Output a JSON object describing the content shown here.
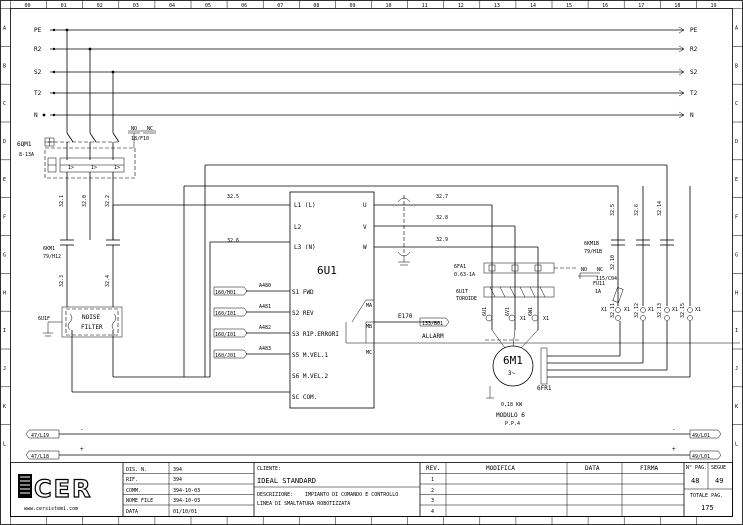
{
  "grid": {
    "columns": [
      "00",
      "01",
      "02",
      "03",
      "04",
      "05",
      "06",
      "07",
      "08",
      "09",
      "10",
      "11",
      "12",
      "13",
      "14",
      "15",
      "16",
      "17",
      "18",
      "19"
    ],
    "rows": [
      "A",
      "B",
      "C",
      "D",
      "E",
      "F",
      "G",
      "H",
      "I",
      "J",
      "K",
      "L"
    ]
  },
  "bus": {
    "lines": [
      {
        "left": "PE",
        "right": "PE"
      },
      {
        "left": "R2",
        "right": "R2"
      },
      {
        "left": "S2",
        "right": "S2"
      },
      {
        "left": "T2",
        "right": "T2"
      },
      {
        "left": "N",
        "right": "N"
      }
    ],
    "aux_left_top": "47/L19",
    "aux_right_top": "49/L01",
    "aux_left_bottom": "47/L18",
    "aux_right_bottom": "49/L01",
    "minus": "-",
    "plus": "+"
  },
  "breaker": {
    "tag": "6QM1",
    "range": "8-13A",
    "contact_no": "NO",
    "contact_nc": "NC",
    "contact_ref": "18/F10",
    "trip": "I>"
  },
  "wires": [
    "32.1",
    "32.0",
    "32.2",
    "32.5",
    "32.6",
    "32.3",
    "32.4",
    "32.7",
    "32.8",
    "32.9",
    "32.5",
    "32.6",
    "32.14",
    "32.10",
    "32.11",
    "32.12",
    "32.13",
    "32.15"
  ],
  "contactor": {
    "tag": "6KM1",
    "ref": "79/H12"
  },
  "filter": {
    "tag": "6U1F",
    "label_1": "NOISE",
    "label_2": "FILTER"
  },
  "inverter": {
    "tag": "6U1",
    "terminals_left": [
      "L1 (L)",
      "L2",
      "L3 (N)"
    ],
    "terminals_right": [
      "U",
      "V",
      "W"
    ],
    "inputs": [
      {
        "ref": "160/H01",
        "wire": "A480",
        "label": "S1 FWD"
      },
      {
        "ref": "160/I01",
        "wire": "A481",
        "label": "S2 REV"
      },
      {
        "ref": "160/I01",
        "wire": "A482",
        "label": "S3 RIP.ERRORI"
      },
      {
        "ref": "160/J01",
        "wire": "A483",
        "label": "S5 M.VEL.1"
      },
      {
        "ref": "",
        "wire": "",
        "label": "S6 M.VEL.2"
      },
      {
        "ref": "",
        "wire": "",
        "label": "SC COM."
      }
    ],
    "relay": [
      "MA",
      "MB",
      "MC"
    ],
    "alarm_wire": "E170",
    "alarm_ref": "133/B01",
    "alarm_label": "ALLARM"
  },
  "overload": {
    "tag": "6FA1",
    "range": "0.63-1A",
    "contact_no": "NO",
    "contact_nc": "NC",
    "contact_ref": "115/C04"
  },
  "toroid": {
    "tag": "6U1T",
    "label": "TOROIDE"
  },
  "motor": {
    "tag": "6M1",
    "phase": "3~",
    "power": "0,18 KW",
    "module": "MODULO 6",
    "pp": "P.P.4",
    "terminals": [
      "6U1",
      "6V1",
      "6W1"
    ],
    "thermistor": "6FR1"
  },
  "contactor_b": {
    "tag": "6KM1B",
    "ref": "79/H1B"
  },
  "fuse": {
    "tag": "FU11",
    "rating": "1A"
  },
  "xterm": [
    "X1",
    "X1",
    "X1",
    "X1",
    "X1",
    "X1",
    "X1"
  ],
  "title_block": {
    "logo": "CER",
    "website": "www.cersistemi.com",
    "fields": [
      {
        "label": "DIS. N.",
        "value": "394"
      },
      {
        "label": "RIF.",
        "value": "394"
      },
      {
        "label": "COMM.",
        "value": "394-10-03"
      },
      {
        "label": "NOME FILE",
        "value": "394-10-03"
      },
      {
        "label": "DATA",
        "value": "01/10/01"
      }
    ],
    "client_label": "CLIENTE:",
    "client": "IDEAL STANDARD",
    "desc_label": "DESCRIZIONE:",
    "desc_1": "IMPIANTO DI COMANDO E CONTROLLO",
    "desc_2": "LINEA DI SMALTATURA ROBOTIZZATA",
    "rev_header": "REV.",
    "mod_header": "MODIFICA",
    "date_header": "DATA",
    "sign_header": "FIRMA",
    "revisions": [
      "1",
      "2",
      "3",
      "4"
    ],
    "page_label": "N° PAG.",
    "page": "48",
    "next_label": "SEGUE",
    "next": "49",
    "total_label": "TOTALE PAG.",
    "total": "175"
  }
}
